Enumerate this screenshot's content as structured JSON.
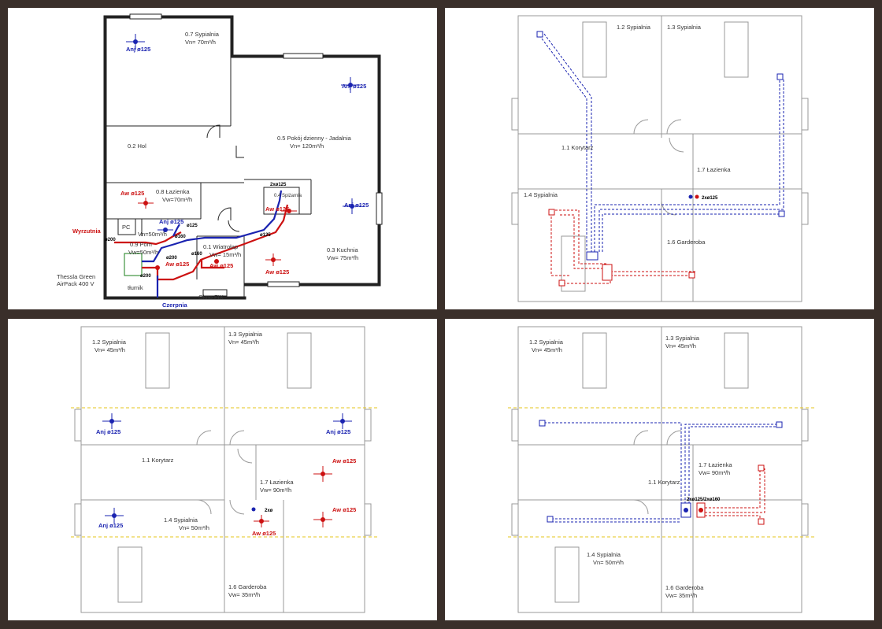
{
  "colors": {
    "background": "#3a2f2a",
    "panel": "#ffffff",
    "supply": "#1a23b0",
    "exhaust": "#cc1111",
    "wall": "#222222",
    "guide": "#e6c619"
  },
  "panel1": {
    "rooms": {
      "r07_name": "0.7 Sypialnia",
      "r07_flow": "Vn= 70m³/h",
      "r05_name": "0.5 Pokój dzienny - Jadalnia",
      "r05_flow": "Vn= 120m³/h",
      "r02_name": "0.2 Hol",
      "r08_name": "0.8 Łazienka",
      "r08_flow": "Vw=70m³/h",
      "r04_name": "0.4 Spiżarnia",
      "r03_name": "0.3 Kuchnia",
      "r03_flow": "Vw= 75m³/h",
      "r09_name": "0.9 Pom",
      "r09_flow": "Vw=50m³/h",
      "r01_name": "0.1 Wiatrołap",
      "r01_flow": "Vw= 15m³/h",
      "pc": "PC",
      "pc_flow": "Vn=50m³/h"
    },
    "terminals": {
      "anj1": "Anj ø125",
      "anj2": "Anj ø125",
      "anj3": "Anj ø125",
      "anj4": "Anj ø125",
      "aw1": "Aw ø125",
      "aw2": "Aw ø125",
      "aw3": "Aw ø125",
      "aw4": "Aw ø125",
      "aw5": "Aw ø125"
    },
    "labels": {
      "wyrzutnia": "Wyrzutnia",
      "czerpnia": "Czerpnia",
      "tlumik": "tłumik",
      "okno": "Okno FIX",
      "unit_line1": "Thessla Green",
      "unit_line2": "AirPack 400 V",
      "d200a": "ø200",
      "d200b": "ø200",
      "d200c": "ø200",
      "d160a": "ø160",
      "d160b": "ø160",
      "d125a": "ø125",
      "d125b": "ø125",
      "d2x125": "2xø125"
    }
  },
  "panel2": {
    "rooms": {
      "r12": "1.2 Sypialnia",
      "r13": "1.3 Sypialnia",
      "r11": "1.1 Korytarz",
      "r17": "1.7 Łazienka",
      "r14": "1.4 Sypialnia",
      "r16": "1.6 Garderoba"
    },
    "labels": {
      "d2x125": "2xø125"
    }
  },
  "panel3": {
    "rooms": {
      "r12_name": "1.2 Sypialnia",
      "r12_flow": "Vn= 45m³/h",
      "r13_name": "1.3 Sypialnia",
      "r13_flow": "Vn= 45m³/h",
      "r11_name": "1.1 Korytarz",
      "r17_name": "1.7 Łazienka",
      "r17_flow": "Vw= 90m³/h",
      "r14_name": "1.4 Sypialnia",
      "r14_flow": "Vn= 50m³/h",
      "r16_name": "1.6 Garderoba",
      "r16_flow": "Vw= 35m³/h"
    },
    "terminals": {
      "anj1": "Anj ø125",
      "anj2": "Anj ø125",
      "anj3": "Anj ø125",
      "aw1": "Aw ø125",
      "aw2": "Aw ø125",
      "aw3": "Aw ø125"
    },
    "labels": {
      "d2x": "2xø"
    }
  },
  "panel4": {
    "rooms": {
      "r12_name": "1.2 Sypialnia",
      "r12_flow": "Vn= 45m³/h",
      "r13_name": "1.3 Sypialnia",
      "r13_flow": "Vn= 45m³/h",
      "r11_name": "1.1 Korytarz",
      "r17_name": "1.7 Łazienka",
      "r17_flow": "Vw= 90m³/h",
      "r14_name": "1.4 Sypialnia",
      "r14_flow": "Vn= 50m³/h",
      "r16_name": "1.6 Garderoba",
      "r16_flow": "Vw= 35m³/h"
    },
    "labels": {
      "riser": "2xø125/2xø160"
    }
  }
}
